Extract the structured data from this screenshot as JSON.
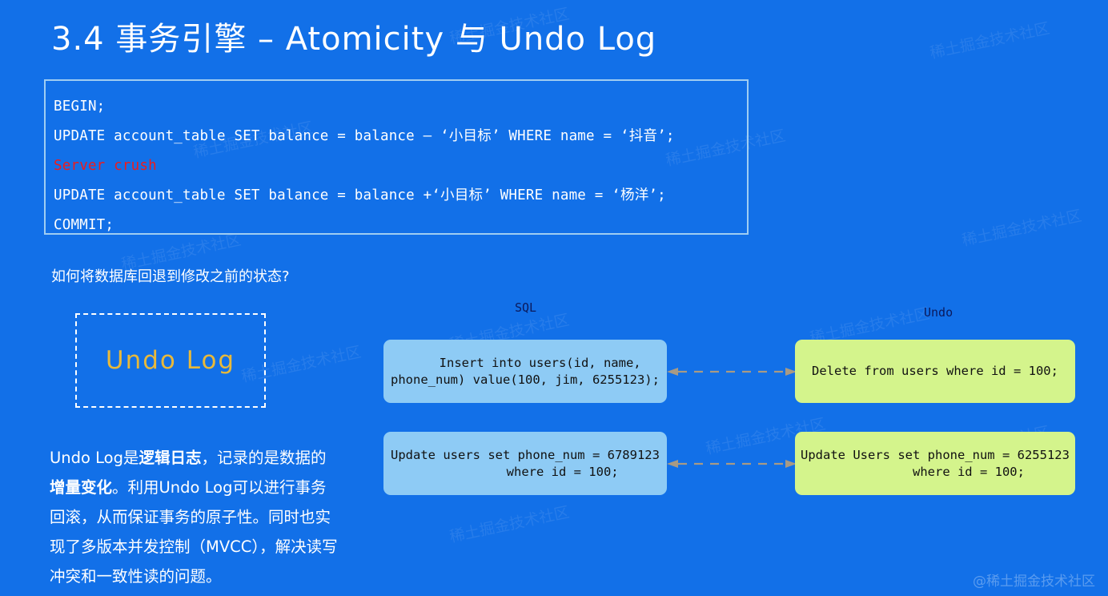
{
  "slide": {
    "title": "3.4 事务引擎 –  Atomicity 与 Undo Log",
    "background_color": "#1270e8"
  },
  "code_block": {
    "border_color": "#9fcdf2",
    "lines": [
      {
        "text": "BEGIN;",
        "color": "#ffffff"
      },
      {
        "text": "UPDATE account_table SET balance = balance – ‘小目标’ WHERE name = ‘抖音’;",
        "color": "#ffffff"
      },
      {
        "text": "Server crush",
        "color": "#ef1b1b"
      },
      {
        "text": "UPDATE account_table SET balance = balance +‘小目标’ WHERE name = ‘杨洋’;",
        "color": "#ffffff"
      },
      {
        "text": "COMMIT;",
        "color": "#ffffff"
      }
    ]
  },
  "question": "如何将数据库回退到修改之前的状态?",
  "undo_log_box": {
    "label": "Undo Log",
    "label_color": "#e8b93a",
    "border_style": "dashed white"
  },
  "paragraph": {
    "part1": "Undo Log是",
    "bold1": "逻辑日志",
    "part2": "，记录的是数据的",
    "bold2": "增量变化",
    "part3": "。利用Undo Log可以进行事务回滚，从而保证事务的原子性。同时也实现了多版本并发控制（MVCC），解决读写冲突和一致性读的问题。"
  },
  "columns": {
    "sql_label": "SQL",
    "undo_label": "Undo"
  },
  "rows": [
    {
      "sql": "    Insert into users(id, name,\nphone_num) value(100, jim, 6255123);",
      "undo": "Delete from users where id = 100;",
      "sql_color": "#8ecbf5",
      "undo_color": "#d4f48c",
      "connector": "double-headed-dashed-arrow"
    },
    {
      "sql": "Update users set phone_num = 6789123\n          where id = 100;",
      "undo": "Update Users set phone_num = 6255123\n         where id = 100;",
      "sql_color": "#8ecbf5",
      "undo_color": "#d4f48c",
      "connector": "double-headed-dashed-arrow"
    }
  ],
  "watermarks": {
    "corner": "@稀土掘金技术社区",
    "tiled": "稀土掘金技术社区"
  }
}
